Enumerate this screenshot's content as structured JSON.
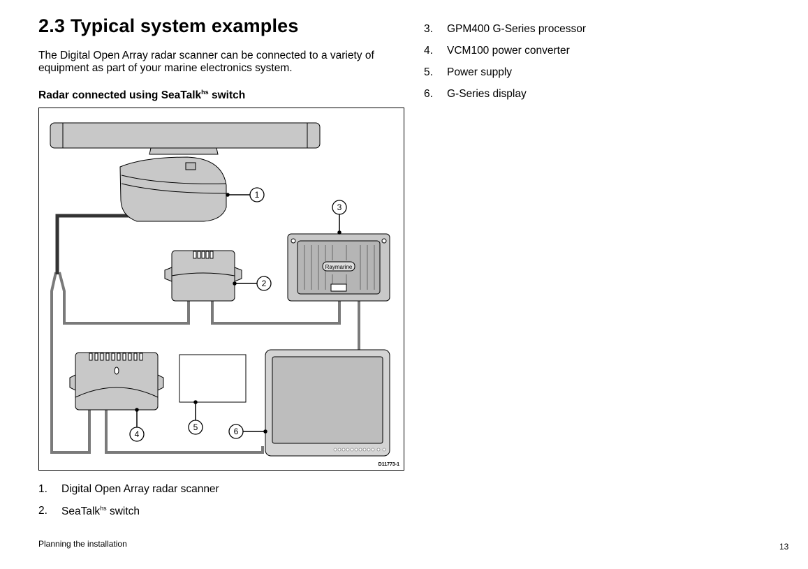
{
  "section": {
    "title": "2.3 Typical system examples",
    "intro": "The Digital Open Array radar scanner can be connected to a variety of equipment as part of your marine electronics system.",
    "subheading_before": "Radar connected using SeaTalk",
    "subheading_sup": "hs",
    "subheading_after": " switch"
  },
  "figure": {
    "code": "D11773-1",
    "brand_label": "Raymarine",
    "callouts": [
      "1",
      "2",
      "3",
      "4",
      "5",
      "6"
    ]
  },
  "legend": [
    {
      "num": "1.",
      "text": "Digital Open Array radar scanner"
    },
    {
      "num": "2.",
      "text_before": "SeaTalk",
      "sup": "hs",
      "text_after": " switch"
    },
    {
      "num": "3.",
      "text": "GPM400 G-Series processor"
    },
    {
      "num": "4.",
      "text": "VCM100 power converter"
    },
    {
      "num": "5.",
      "text": "Power supply"
    },
    {
      "num": "6.",
      "text": "G-Series display"
    }
  ],
  "footer": {
    "chapter": "Planning the installation",
    "page": "13"
  }
}
